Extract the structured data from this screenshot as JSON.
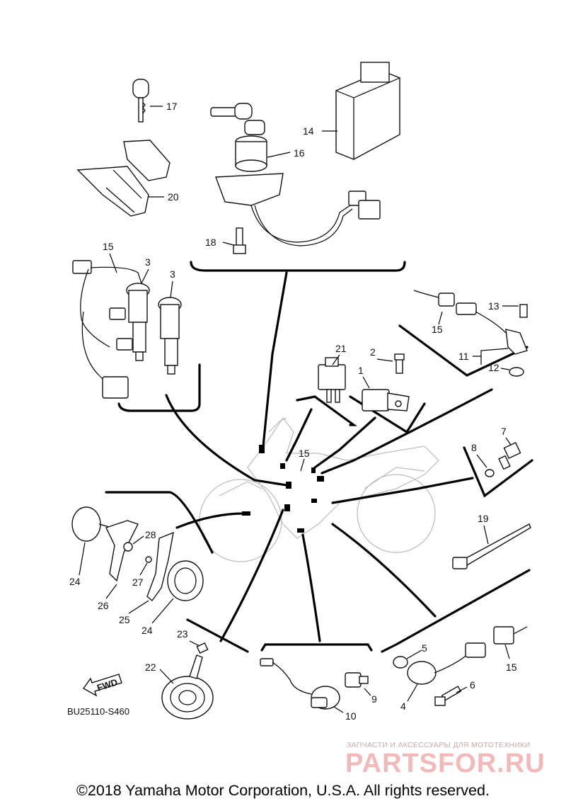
{
  "diagram": {
    "code": "BU25110-S460",
    "fwd_label": "FWD",
    "copyright": "©2018 Yamaha Motor Corporation, U.S.A. All rights reserved.",
    "watermark": {
      "subtitle": "ЗАПЧАСТИ И АКСЕССУАРЫ ДЛЯ МОТОТЕХНИКИ",
      "brand": "PARTSFOR.RU"
    }
  },
  "callouts": {
    "p1": "1",
    "p2": "2",
    "p3a": "3",
    "p3b": "3",
    "p4": "4",
    "p5": "5",
    "p6": "6",
    "p7": "7",
    "p8": "8",
    "p9": "9",
    "p10": "10",
    "p11": "11",
    "p12": "12",
    "p13": "13",
    "p14": "14",
    "p15a": "15",
    "p15b": "15",
    "p15c": "15",
    "p15d": "15",
    "p16": "16",
    "p17": "17",
    "p18": "18",
    "p19": "19",
    "p20": "20",
    "p21": "21",
    "p22": "22",
    "p23": "23",
    "p24a": "24",
    "p24b": "24",
    "p25": "25",
    "p26": "26",
    "p27": "27",
    "p28": "28"
  }
}
